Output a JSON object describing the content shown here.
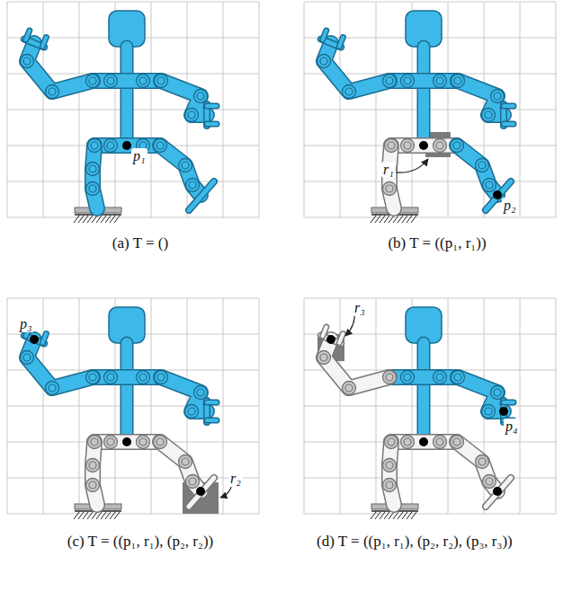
{
  "diagram": {
    "labels": [
      "p₁",
      "(a) T = ()",
      "r₁",
      "p₂",
      "(b) T = ((p₁, r₁))",
      "p₃",
      "r₂",
      "(c) T = ((p₁, r₁), (p₂, r₂))",
      "r₃",
      "p₄",
      "(d) T = ((p₁, r₁), (p₂, r₂), (p₃, r₃))"
    ]
  }
}
